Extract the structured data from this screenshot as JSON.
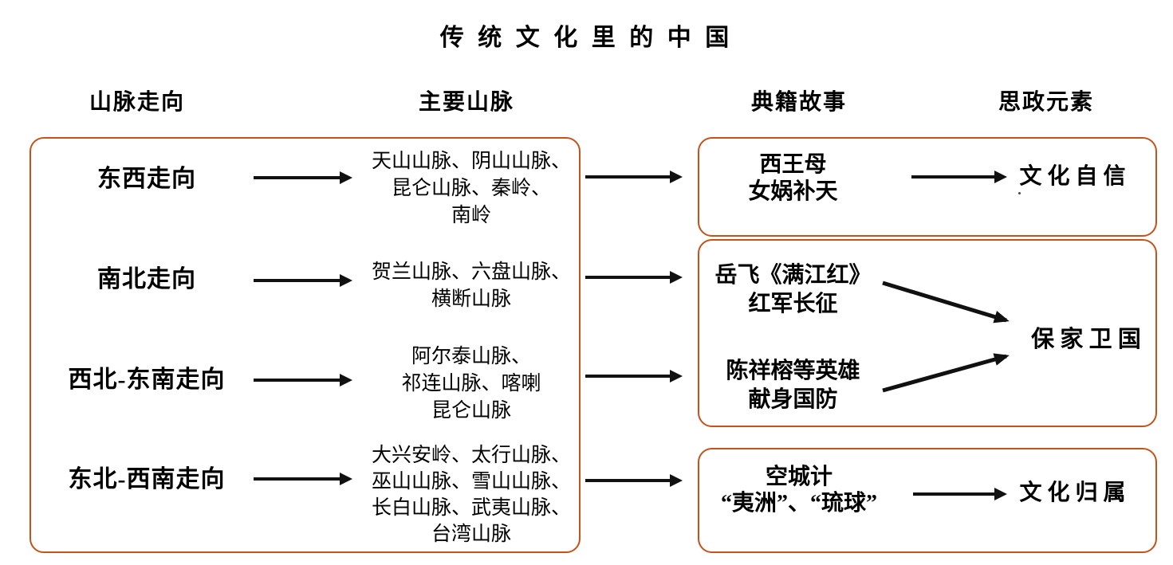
{
  "title": "传 统 文 化 里 的 中 国",
  "column_headers": {
    "orientation": "山脉走向",
    "main_ranges": "主要山脉",
    "classic_stories": "典籍故事",
    "ideological_elements": "思政元素"
  },
  "orientation_box": {
    "rows": [
      {
        "orientation": "东西走向",
        "ranges": "天山山脉、阴山山脉、\n昆仑山脉、秦岭、\n南岭"
      },
      {
        "orientation": "南北走向",
        "ranges": "贺兰山脉、六盘山脉、\n横断山脉"
      },
      {
        "orientation": "西北-东南走向",
        "ranges": "阿尔泰山脉、\n祁连山脉、喀喇\n昆仑山脉"
      },
      {
        "orientation": "东北-西南走向",
        "ranges": "大兴安岭、太行山脉、\n巫山山脉、雪山山脉、\n长白山脉、武夷山脉、\n台湾山脉"
      }
    ]
  },
  "story_boxes": [
    {
      "story": "西王母\n女娲补天",
      "element": "文 化 自 信"
    },
    {
      "story_top": "岳飞《满江红》\n红军长征",
      "story_bottom": "陈祥榕等英雄\n献身国防",
      "element": "保 家 卫 国"
    },
    {
      "story": "空城计\n“夷洲”、“琉球”",
      "element": "文 化 归 属"
    }
  ],
  "colors": {
    "box_border": "#C4531A",
    "arrow": "#111111",
    "text": "#000000"
  }
}
